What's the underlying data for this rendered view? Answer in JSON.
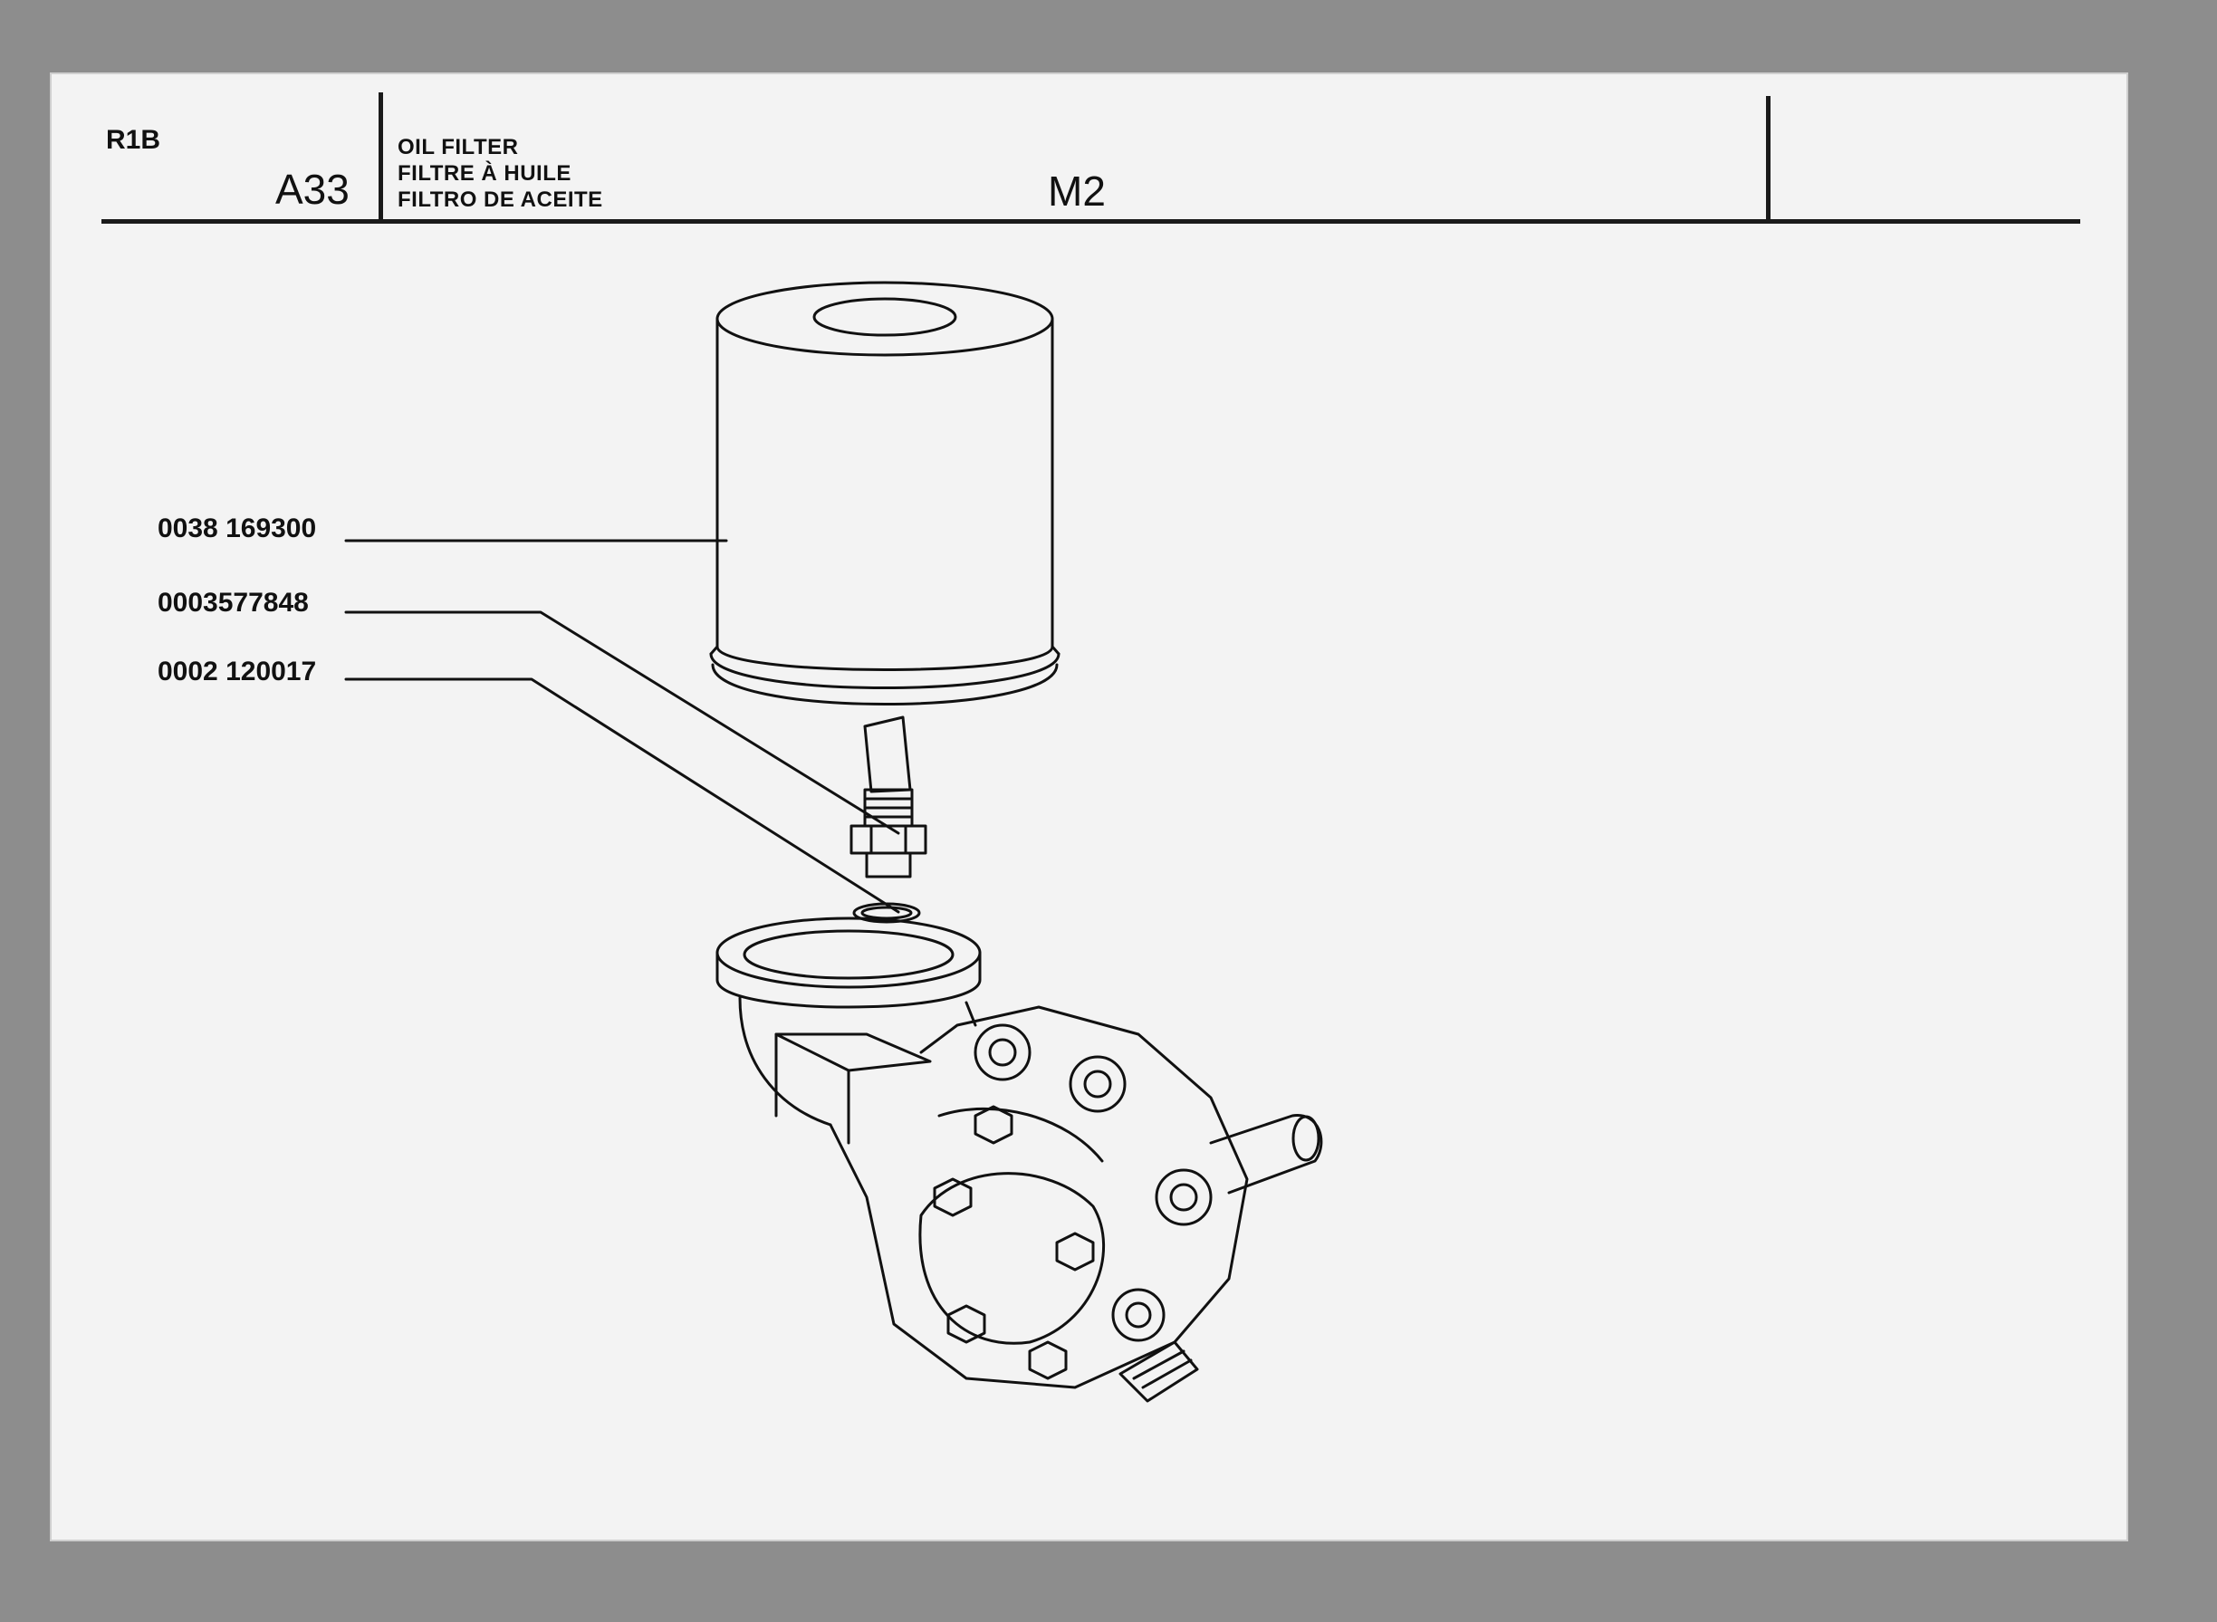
{
  "header": {
    "section_code": "R1B",
    "group_code": "A33",
    "title_en": "OIL FILTER",
    "title_fr": "FILTRE À HUILE",
    "title_es": "FILTRO DE ACEITE",
    "model_code": "M2"
  },
  "parts": [
    {
      "number": "0038 169300"
    },
    {
      "number": "0003577848"
    },
    {
      "number": "0002 120017"
    }
  ],
  "colors": {
    "ink": "#111111",
    "paper": "#f3f3f3",
    "scan_border": "#8d8d8d"
  }
}
